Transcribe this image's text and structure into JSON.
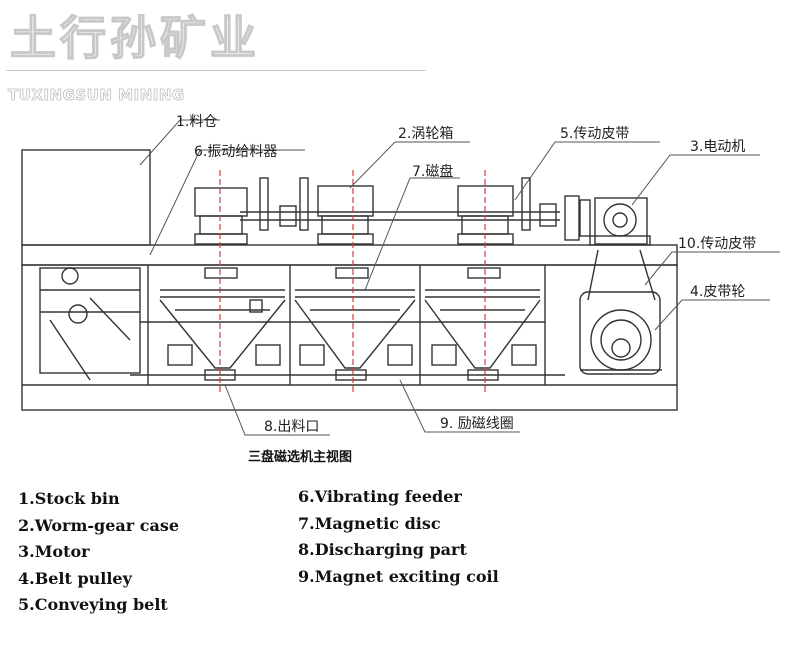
{
  "brand": {
    "name_cn": "土行孙矿业",
    "name_en": "TUXINGSUN MINING"
  },
  "diagram": {
    "caption": "三盘磁选机主视图",
    "callouts": [
      {
        "id": "c1",
        "text": "1.料仓"
      },
      {
        "id": "c6",
        "text": "6.振动给料器"
      },
      {
        "id": "c2",
        "text": "2.涡轮箱"
      },
      {
        "id": "c7",
        "text": "7.磁盘"
      },
      {
        "id": "c5",
        "text": "5.传动皮带"
      },
      {
        "id": "c3",
        "text": "3.电动机"
      },
      {
        "id": "c10",
        "text": "10.传动皮带"
      },
      {
        "id": "c4",
        "text": "4.皮带轮"
      },
      {
        "id": "c8",
        "text": "8.出料口"
      },
      {
        "id": "c9",
        "text": "9. 励磁线圈"
      }
    ]
  },
  "legend": {
    "left": [
      "1.Stock bin",
      "2.Worm-gear case",
      "3.Motor",
      "4.Belt pulley",
      "5.Conveying belt"
    ],
    "right": [
      "6.Vibrating feeder",
      "7.Magnetic disc",
      "8.Discharging part",
      "9.Magnet exciting coil"
    ]
  },
  "colors": {
    "line": "#333333",
    "centerline": "#d23c3c",
    "watermark": "#c8c8c8"
  }
}
